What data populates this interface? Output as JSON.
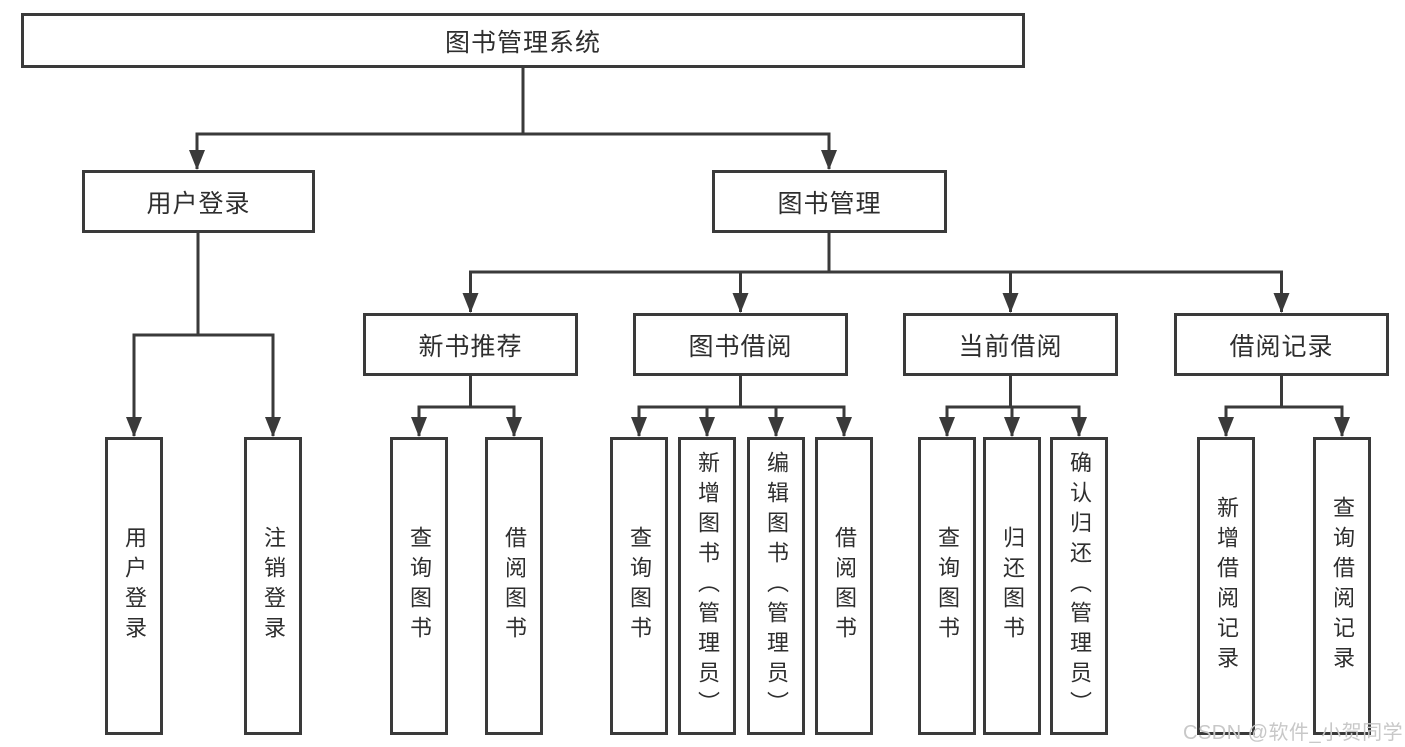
{
  "colors": {
    "line": "#3a3a3a",
    "text": "#2e2e2e",
    "box_bg": "#ffffff",
    "background": "#ffffff",
    "watermark": "#c8c8c8"
  },
  "diagram": {
    "root": {
      "label": "图书管理系统"
    },
    "branches": [
      {
        "label": "用户登录",
        "children": [
          {
            "label": "用户登录"
          },
          {
            "label": "注销登录"
          }
        ]
      },
      {
        "label": "图书管理",
        "children": [
          {
            "label": "新书推荐",
            "children": [
              {
                "label": "查询图书"
              },
              {
                "label": "借阅图书"
              }
            ]
          },
          {
            "label": "图书借阅",
            "children": [
              {
                "label": "查询图书"
              },
              {
                "label": "新增图书（管理员）"
              },
              {
                "label": "编辑图书（管理员）"
              },
              {
                "label": "借阅图书"
              }
            ]
          },
          {
            "label": "当前借阅",
            "children": [
              {
                "label": "查询图书"
              },
              {
                "label": "归还图书"
              },
              {
                "label": "确认归还（管理员）"
              }
            ]
          },
          {
            "label": "借阅记录",
            "children": [
              {
                "label": "新增借阅记录"
              },
              {
                "label": "查询借阅记录"
              }
            ]
          }
        ]
      }
    ]
  },
  "watermark": {
    "text": "CSDN @软件_小贺同学"
  }
}
